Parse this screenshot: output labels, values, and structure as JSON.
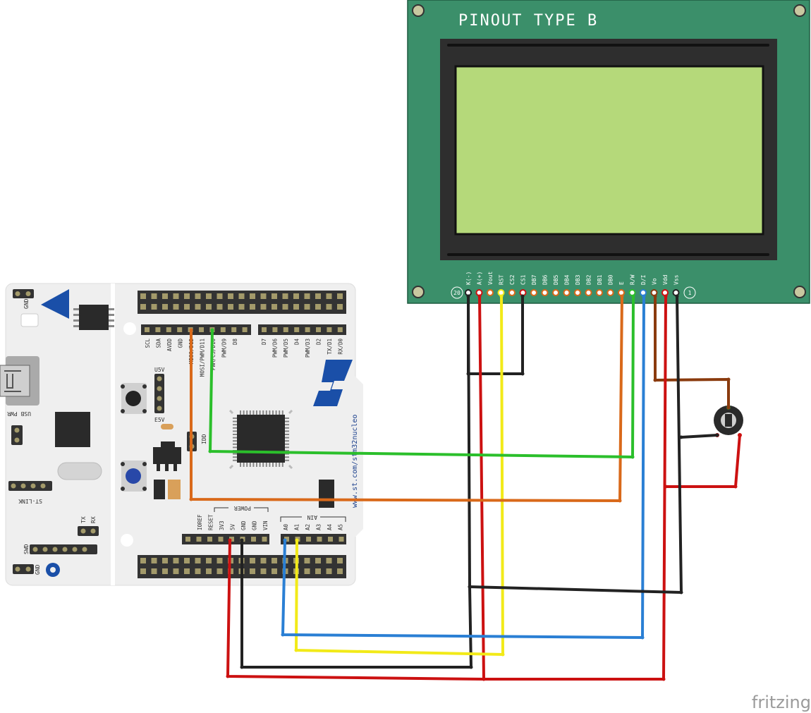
{
  "lcd": {
    "title": "PINOUT TYPE B",
    "pin_left_number": "20",
    "pin_right_number": "1",
    "pins": [
      "K(-)",
      "A(+)",
      "Vout",
      "RST",
      "CS2",
      "CS1",
      "DB7",
      "DB6",
      "DB5",
      "DB4",
      "DB3",
      "DB2",
      "DB1",
      "DB0",
      "E",
      "R/W",
      "D/I",
      "Vo",
      "Vdd",
      "Vss"
    ],
    "colors": {
      "pcb": "#3b8f6a",
      "bezel": "#2e2e2e",
      "screen": "#b5d97a"
    }
  },
  "board": {
    "digital_labels_left": [
      "SCL",
      "SDA",
      "AVDD",
      "GND",
      "MISO/D12",
      "MOSI/PWM/D11",
      "PWM/CS/D10",
      "PWM/D9",
      "D8"
    ],
    "digital_labels_right": [
      "D7",
      "PWM/D6",
      "PWM/D5",
      "D4",
      "PWM/D3",
      "D2",
      "TX/D1",
      "RX/D0"
    ],
    "power_header_title": "POWER",
    "power_labels": [
      "IOREF",
      "RESET",
      "3V3",
      "5V",
      "GND",
      "GND",
      "VIN"
    ],
    "ain_header_title": "AIN",
    "ain_labels": [
      "A0",
      "A1",
      "A2",
      "A3",
      "A4",
      "A5"
    ],
    "url": "www.st.com/stm32nucleo",
    "gnd_top": "GND",
    "usb_pwr": "USB PWR",
    "st_link": "ST-LINK",
    "tx": "TX",
    "rx": "RX",
    "swd": "SWD",
    "gnd_bottom": "GND",
    "u5v": "U5V",
    "e5v": "E5V",
    "idd": "IDD",
    "st_logo": "ST"
  },
  "watermark": "fritzing",
  "colors": {
    "red": "#cc1111",
    "black": "#222222",
    "yellow": "#f2ea18",
    "green": "#2bbf2b",
    "orange": "#d9691a",
    "blue": "#2a7fd4",
    "brown": "#8a3b0e"
  }
}
